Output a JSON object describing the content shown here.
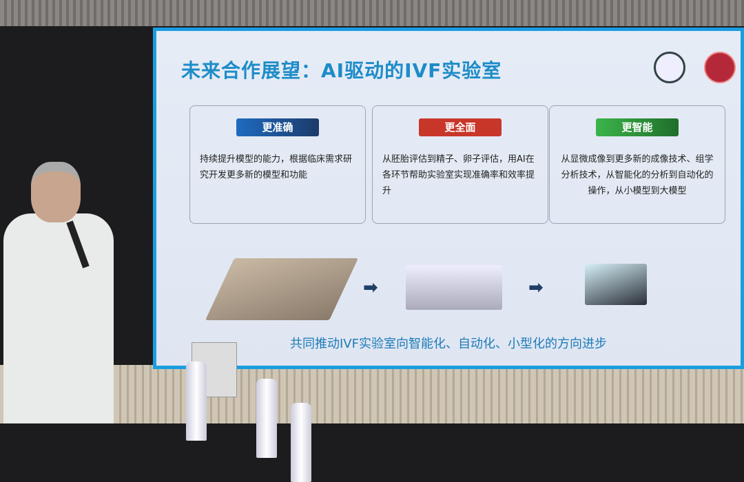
{
  "slide": {
    "title": "未来合作展望：AI驱动的IVF实验室",
    "cards": [
      {
        "badge": "更准确",
        "color": "#1a5aa8",
        "text": "持续提升模型的能力，根据临床需求研究开发更多新的模型和功能"
      },
      {
        "badge": "更全面",
        "color": "#c8362a",
        "text": "从胚胎评估到精子、卵子评估，用AI在各环节帮助实验室实现准确率和效率提升"
      },
      {
        "badge": "更智能",
        "color": "#2f9a38",
        "text": "从显微成像到更多新的成像技术、组学分析技术，从智能化的分析到自动化的操作，从小模型到大模型"
      }
    ],
    "arrows": [
      "➡",
      "➡"
    ],
    "footer": "共同推动IVF实验室向智能化、自动化、小型化的方向进步"
  }
}
